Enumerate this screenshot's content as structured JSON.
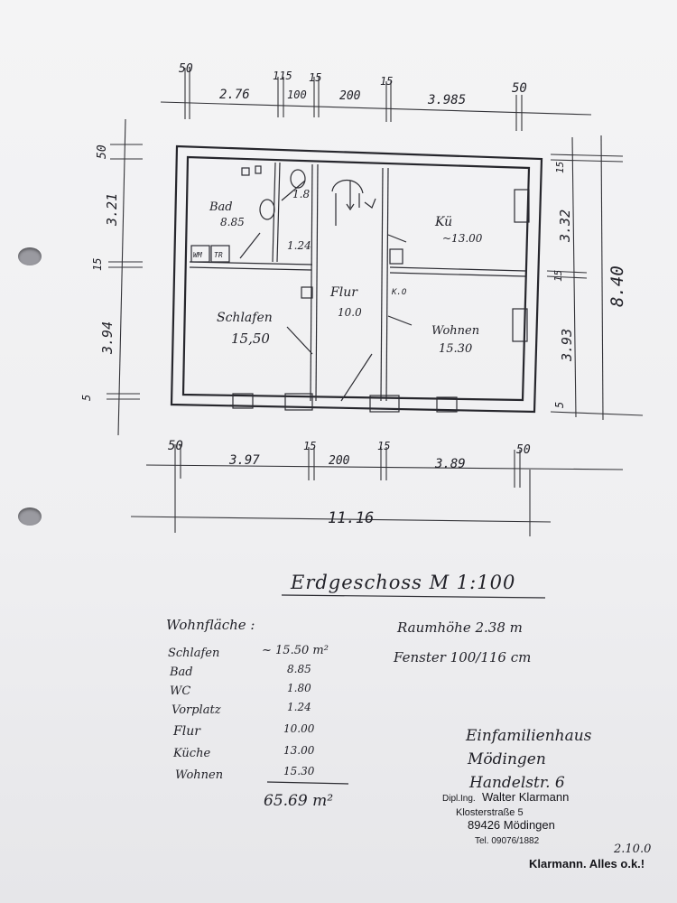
{
  "plan": {
    "dims_top": [
      "50",
      "115",
      "15",
      "15",
      "50",
      "2.76",
      "100",
      "200",
      "3.985"
    ],
    "dims_left": [
      "50",
      "3.21",
      "15",
      "3.94",
      "5"
    ],
    "dims_right": [
      "15",
      "3.32",
      "15",
      "3.93",
      "5",
      "8.40"
    ],
    "dims_bottom": [
      "50",
      "15",
      "15",
      "50",
      "3.97",
      "200",
      "3.89",
      "11.16"
    ],
    "rooms": {
      "bad": "Bad",
      "bad_area": "8.85",
      "wc_area": "1.8",
      "vorplatz_area": "1.24",
      "kueche": "Kü",
      "kueche_area": "~13.00",
      "flur": "Flur",
      "flur_area": "10.0",
      "schlafen": "Schlafen",
      "schlafen_area": "15,50",
      "wohnen": "Wohnen",
      "wohnen_area": "15.30",
      "wm": "WM",
      "tr": "TR",
      "ko": "K.O"
    }
  },
  "title": "Erdgeschoss M 1:100",
  "area_heading": "Wohnfläche :",
  "area_rows": [
    {
      "name": "Schlafen",
      "value": "~ 15.50 m²"
    },
    {
      "name": "Bad",
      "value": "8.85"
    },
    {
      "name": "WC",
      "value": "1.80"
    },
    {
      "name": "Vorplatz",
      "value": "1.24"
    },
    {
      "name": "Flur",
      "value": "10.00"
    },
    {
      "name": "Küche",
      "value": "13.00"
    },
    {
      "name": "Wohnen",
      "value": "15.30"
    }
  ],
  "area_total": "65.69 m²",
  "room_height": "Raumhöhe 2.38 m",
  "window": "Fenster 100/116 cm",
  "house_type": "Einfamilienhaus",
  "town": "Mödingen",
  "street": "Handelstr. 6",
  "stamp": {
    "title_line": "Dipl.Ing.",
    "name": "Walter Klarmann",
    "street": "Klosterstraße 5",
    "city": "89426 Mödingen",
    "phone": "Tel. 09076/1882"
  },
  "date": "2.10.0",
  "approval": "Klarmann. Alles o.k.!"
}
